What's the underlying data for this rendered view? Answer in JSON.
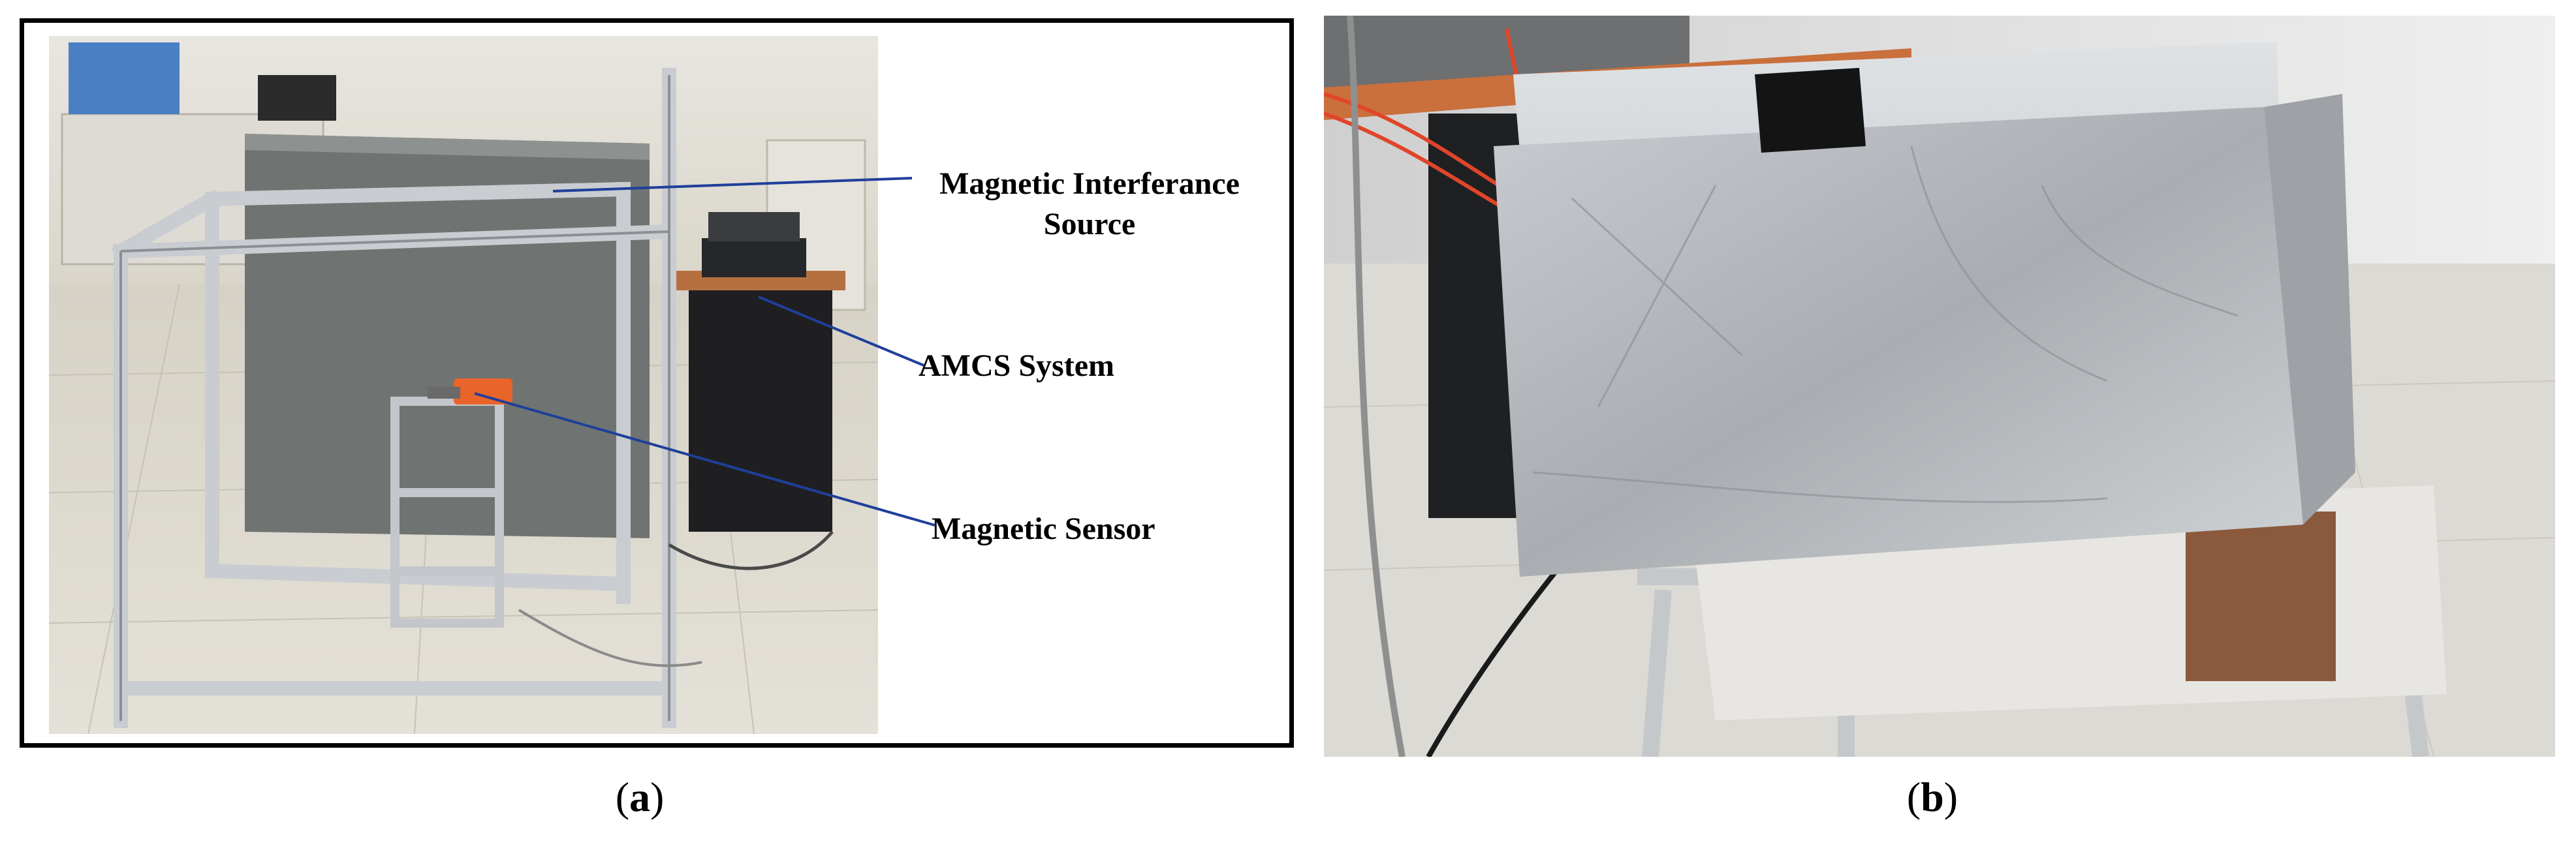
{
  "figure": {
    "panel_a": {
      "caption_letter": "a",
      "labels": {
        "interference_line1": "Magnetic Interferance",
        "interference_line2": "Source",
        "amcs": "AMCS System",
        "sensor": "Magnetic Sensor"
      }
    },
    "panel_b": {
      "caption_letter": "b"
    }
  },
  "colors": {
    "leader_line": "#1f3f9a",
    "frame": "#000000",
    "foil": "#b8bcc0",
    "floor": "#d9d4c4"
  }
}
